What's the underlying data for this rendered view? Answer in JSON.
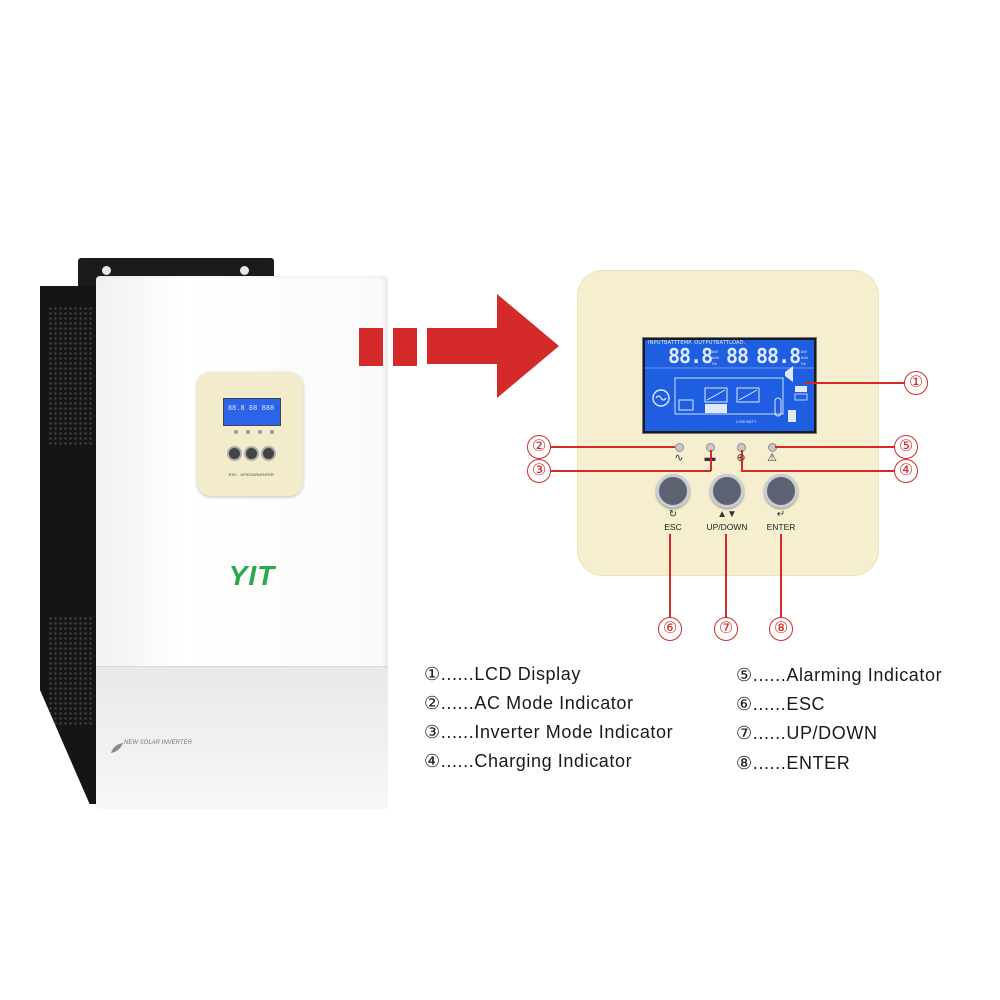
{
  "device": {
    "lcd_text": "88.8 88 888",
    "logo": "YIT",
    "brand_text": "NEW SOLAR INVERTER",
    "button_labels": [
      "ESC",
      "UP/DOWN",
      "ENTER"
    ]
  },
  "panel": {
    "lcd_top_labels": "INPUTBATTTEMP.      OUTPUTBATTLOAD.",
    "lcd_left_digits": "88.8",
    "lcd_mid_digits": "88",
    "lcd_right_digits": "88.8",
    "lcd_units_left": [
      "kW",
      "kVA",
      "Hz"
    ],
    "lcd_units_right": [
      "kW",
      "kVA",
      "Hz"
    ],
    "lcd_low_batt": "LOW BATT.",
    "buttons": [
      {
        "icon": "↻",
        "label": "ESC"
      },
      {
        "icon": "▲▼",
        "label": "UP/DOWN"
      },
      {
        "icon": "↵",
        "label": "ENTER"
      }
    ],
    "indicator_symbols": [
      "∿",
      "▬",
      "⊕",
      "⚠"
    ]
  },
  "callouts": [
    "①",
    "②",
    "③",
    "④",
    "⑤",
    "⑥",
    "⑦",
    "⑧"
  ],
  "legend": {
    "left": [
      "①......LCD Display",
      "②......AC Mode Indicator",
      "③......Inverter Mode Indicator",
      "④......Charging Indicator"
    ],
    "right": [
      "⑤......Alarming Indicator",
      "⑥......ESC",
      "⑦......UP/DOWN",
      "⑧......ENTER"
    ]
  },
  "colors": {
    "accent_red": "#d42a2a",
    "panel_cream": "#f5eecf",
    "lcd_blue": "#1f5ee0",
    "logo_green": "#2aa84a"
  }
}
